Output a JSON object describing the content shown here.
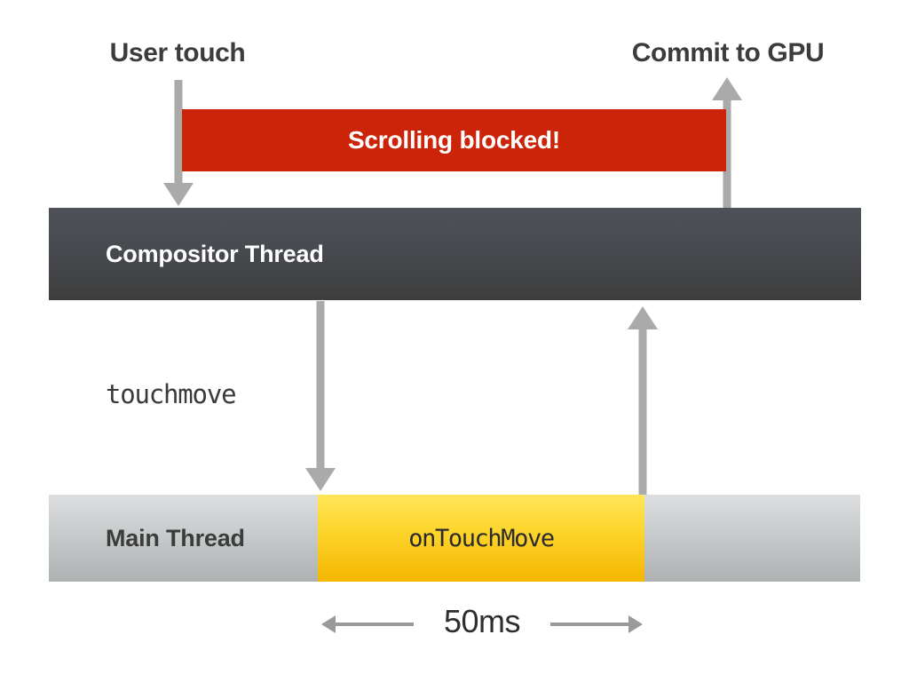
{
  "diagram": {
    "title_context": "Touch event blocking scroll on compositor",
    "background_color": "#ffffff"
  },
  "callouts": {
    "user_touch": {
      "label": "User touch",
      "color": "#3c3c3c",
      "arrow_direction": "down"
    },
    "commit_to_gpu": {
      "label": "Commit to GPU",
      "color": "#3c3c3c",
      "arrow_direction": "up"
    }
  },
  "blocked_band": {
    "label": "Scrolling blocked!",
    "background_color": "#cc2409",
    "text_color": "#ffffff"
  },
  "threads": {
    "compositor": {
      "label": "Compositor Thread",
      "background_color": "#474a4f",
      "text_color": "#ffffff"
    },
    "main": {
      "label": "Main Thread",
      "background_color": "#c8cbcc",
      "text_color": "#3c3c3c"
    }
  },
  "task_block": {
    "label": "onTouchMove",
    "background_color": "#fdd62e",
    "text_color": "#2b2b2b"
  },
  "event_flow": {
    "dispatch_label": "touchmove",
    "dispatch_direction": "down",
    "return_direction": "up",
    "arrow_color": "#aaaaaa"
  },
  "duration": {
    "label": "50ms",
    "value": 50,
    "unit": "ms",
    "measure_color": "#9a9a9a"
  }
}
